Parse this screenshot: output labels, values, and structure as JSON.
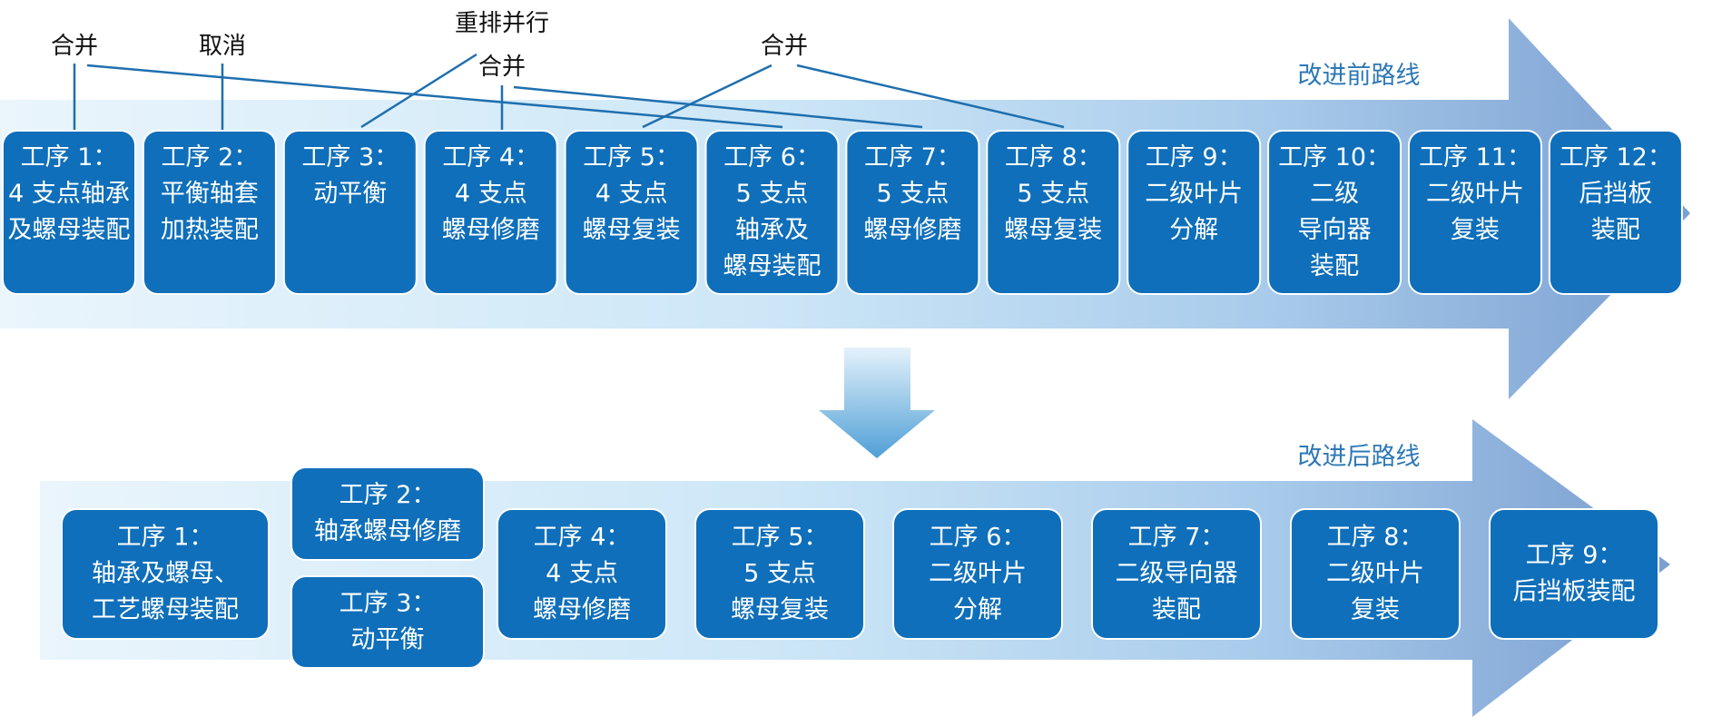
{
  "colors": {
    "box_fill": "#0f6fba",
    "box_stroke": "#ffffff",
    "arrow_light": "#e3f1fb",
    "arrow_dark": "#7fa4d3",
    "line": "#1f6fae",
    "label": "#2d78b6"
  },
  "route_before": {
    "label": "改进前路线",
    "steps": [
      {
        "lines": [
          "工序 1：",
          "4 支点轴承",
          "及螺母装配"
        ]
      },
      {
        "lines": [
          "工序 2：",
          "平衡轴套",
          "加热装配"
        ]
      },
      {
        "lines": [
          "工序 3：",
          "动平衡"
        ]
      },
      {
        "lines": [
          "工序 4：",
          "4 支点",
          "螺母修磨"
        ]
      },
      {
        "lines": [
          "工序 5：",
          "4 支点",
          "螺母复装"
        ]
      },
      {
        "lines": [
          "工序 6：",
          "5 支点",
          "轴承及",
          "螺母装配"
        ]
      },
      {
        "lines": [
          "工序 7：",
          "5 支点",
          "螺母修磨"
        ]
      },
      {
        "lines": [
          "工序 8：",
          "5 支点",
          "螺母复装"
        ]
      },
      {
        "lines": [
          "工序 9：",
          "二级叶片",
          "分解"
        ]
      },
      {
        "lines": [
          "工序 10：",
          "二级",
          "导向器",
          "装配"
        ]
      },
      {
        "lines": [
          "工序 11：",
          "二级叶片",
          "复装"
        ]
      },
      {
        "lines": [
          "工序 12：",
          "后挡板",
          "装配"
        ]
      }
    ]
  },
  "annotations": [
    {
      "text": "合并",
      "id": "merge-1-6"
    },
    {
      "text": "取消",
      "id": "cancel-2"
    },
    {
      "text": "重排并行",
      "id": "reorder-3"
    },
    {
      "text": "合并",
      "id": "merge-4-7"
    },
    {
      "text": "合并",
      "id": "merge-5-8"
    }
  ],
  "route_after": {
    "label": "改进后路线",
    "steps": [
      {
        "lines": [
          "工序 1：",
          "轴承及螺母、",
          "工艺螺母装配"
        ]
      },
      {
        "lines": [
          "工序 2：",
          "轴承螺母修磨"
        ]
      },
      {
        "lines": [
          "工序 3：",
          "动平衡"
        ]
      },
      {
        "lines": [
          "工序 4：",
          "4 支点",
          "螺母修磨"
        ]
      },
      {
        "lines": [
          "工序 5：",
          "5 支点",
          "螺母复装"
        ]
      },
      {
        "lines": [
          "工序 6：",
          "二级叶片",
          "分解"
        ]
      },
      {
        "lines": [
          "工序 7：",
          "二级导向器",
          "装配"
        ]
      },
      {
        "lines": [
          "工序 8：",
          "二级叶片",
          "复装"
        ]
      },
      {
        "lines": [
          "工序 9：",
          "后挡板装配"
        ]
      }
    ]
  }
}
